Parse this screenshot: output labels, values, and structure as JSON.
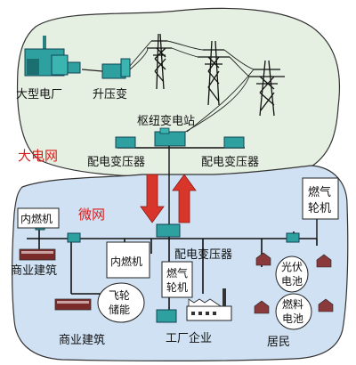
{
  "grid_labels": {
    "main_grid": "大电网",
    "micro_grid": "微网"
  },
  "main_grid": {
    "power_plant": "大型电厂",
    "step_up": "升压变",
    "hub_substation": "枢纽变电站",
    "dist_transformer_left": "配电变压器",
    "dist_transformer_right": "配电变压器"
  },
  "micro_grid": {
    "dist_transformer": "配电变压器",
    "ice_left": "内燃机",
    "ice_center": "内燃机",
    "gas_turbine_center_1": "燃气",
    "gas_turbine_center_2": "轮机",
    "gas_turbine_right_1": "燃气",
    "gas_turbine_right_2": "轮机",
    "commercial_upper": "商业建筑",
    "commercial_lower": "商业建筑",
    "flywheel_1": "飞轮",
    "flywheel_2": "储能",
    "pv_1": "光伏",
    "pv_2": "电池",
    "fuel_cell_1": "燃料",
    "fuel_cell_2": "电池",
    "factory": "工厂企业",
    "residents": "居民"
  },
  "colors": {
    "main_grid_bg": "#e6f0e2",
    "micro_grid_bg": "#cfe1f2",
    "arrow_red": "#d8362b",
    "equipment": "#2fa0a0",
    "label_red": "#d81c1c"
  }
}
